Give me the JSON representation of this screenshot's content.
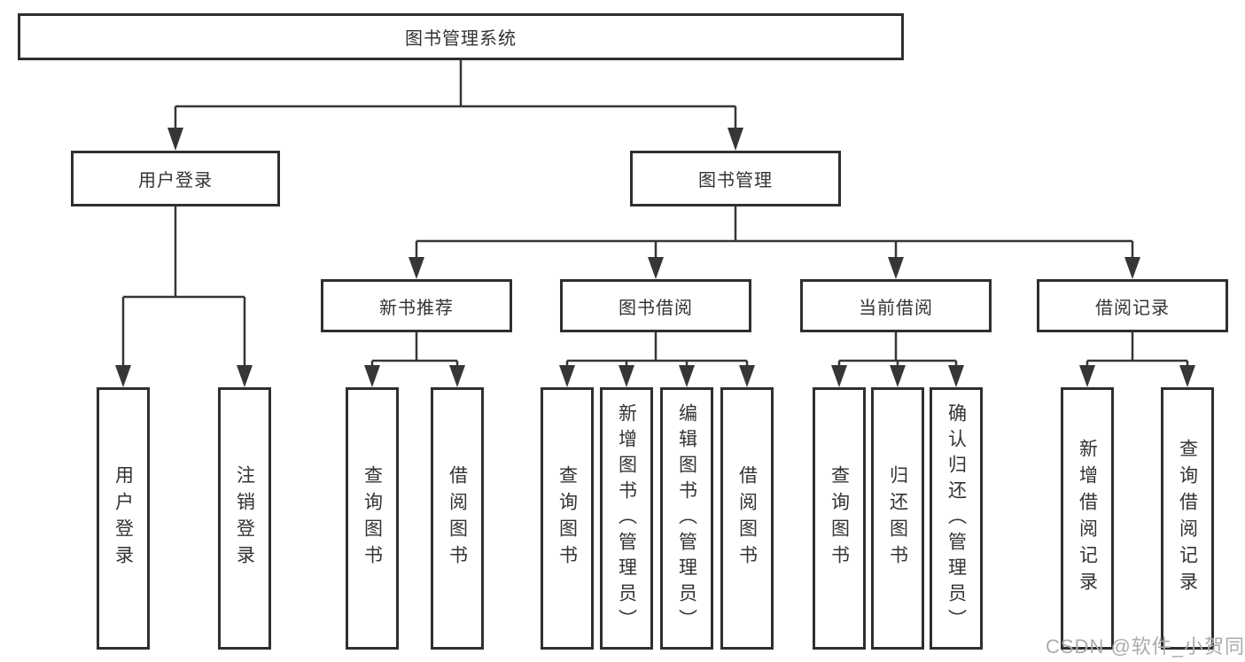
{
  "hierarchy": {
    "label": "图书管理系统",
    "children": [
      {
        "label": "用户登录",
        "children": [
          {
            "label": "用户登录"
          },
          {
            "label": "注销登录"
          }
        ]
      },
      {
        "label": "图书管理",
        "children": [
          {
            "label": "新书推荐",
            "children": [
              {
                "label": "查询图书"
              },
              {
                "label": "借阅图书"
              }
            ]
          },
          {
            "label": "图书借阅",
            "children": [
              {
                "label": "查询图书"
              },
              {
                "label": "新增图书（管理员）"
              },
              {
                "label": "编辑图书（管理员）"
              },
              {
                "label": "借阅图书"
              }
            ]
          },
          {
            "label": "当前借阅",
            "children": [
              {
                "label": "查询图书"
              },
              {
                "label": "归还图书"
              },
              {
                "label": "确认归还（管理员）"
              }
            ]
          },
          {
            "label": "借阅记录",
            "children": [
              {
                "label": "新增借阅记录"
              },
              {
                "label": "查询借阅记录"
              }
            ]
          }
        ]
      }
    ]
  },
  "watermark": "CSDN @软件_小贺同学",
  "colors": {
    "line": "#363636",
    "box_border": "#2f2f2f",
    "text": "#333333",
    "watermark": "#ababab",
    "background": "#ffffff"
  }
}
